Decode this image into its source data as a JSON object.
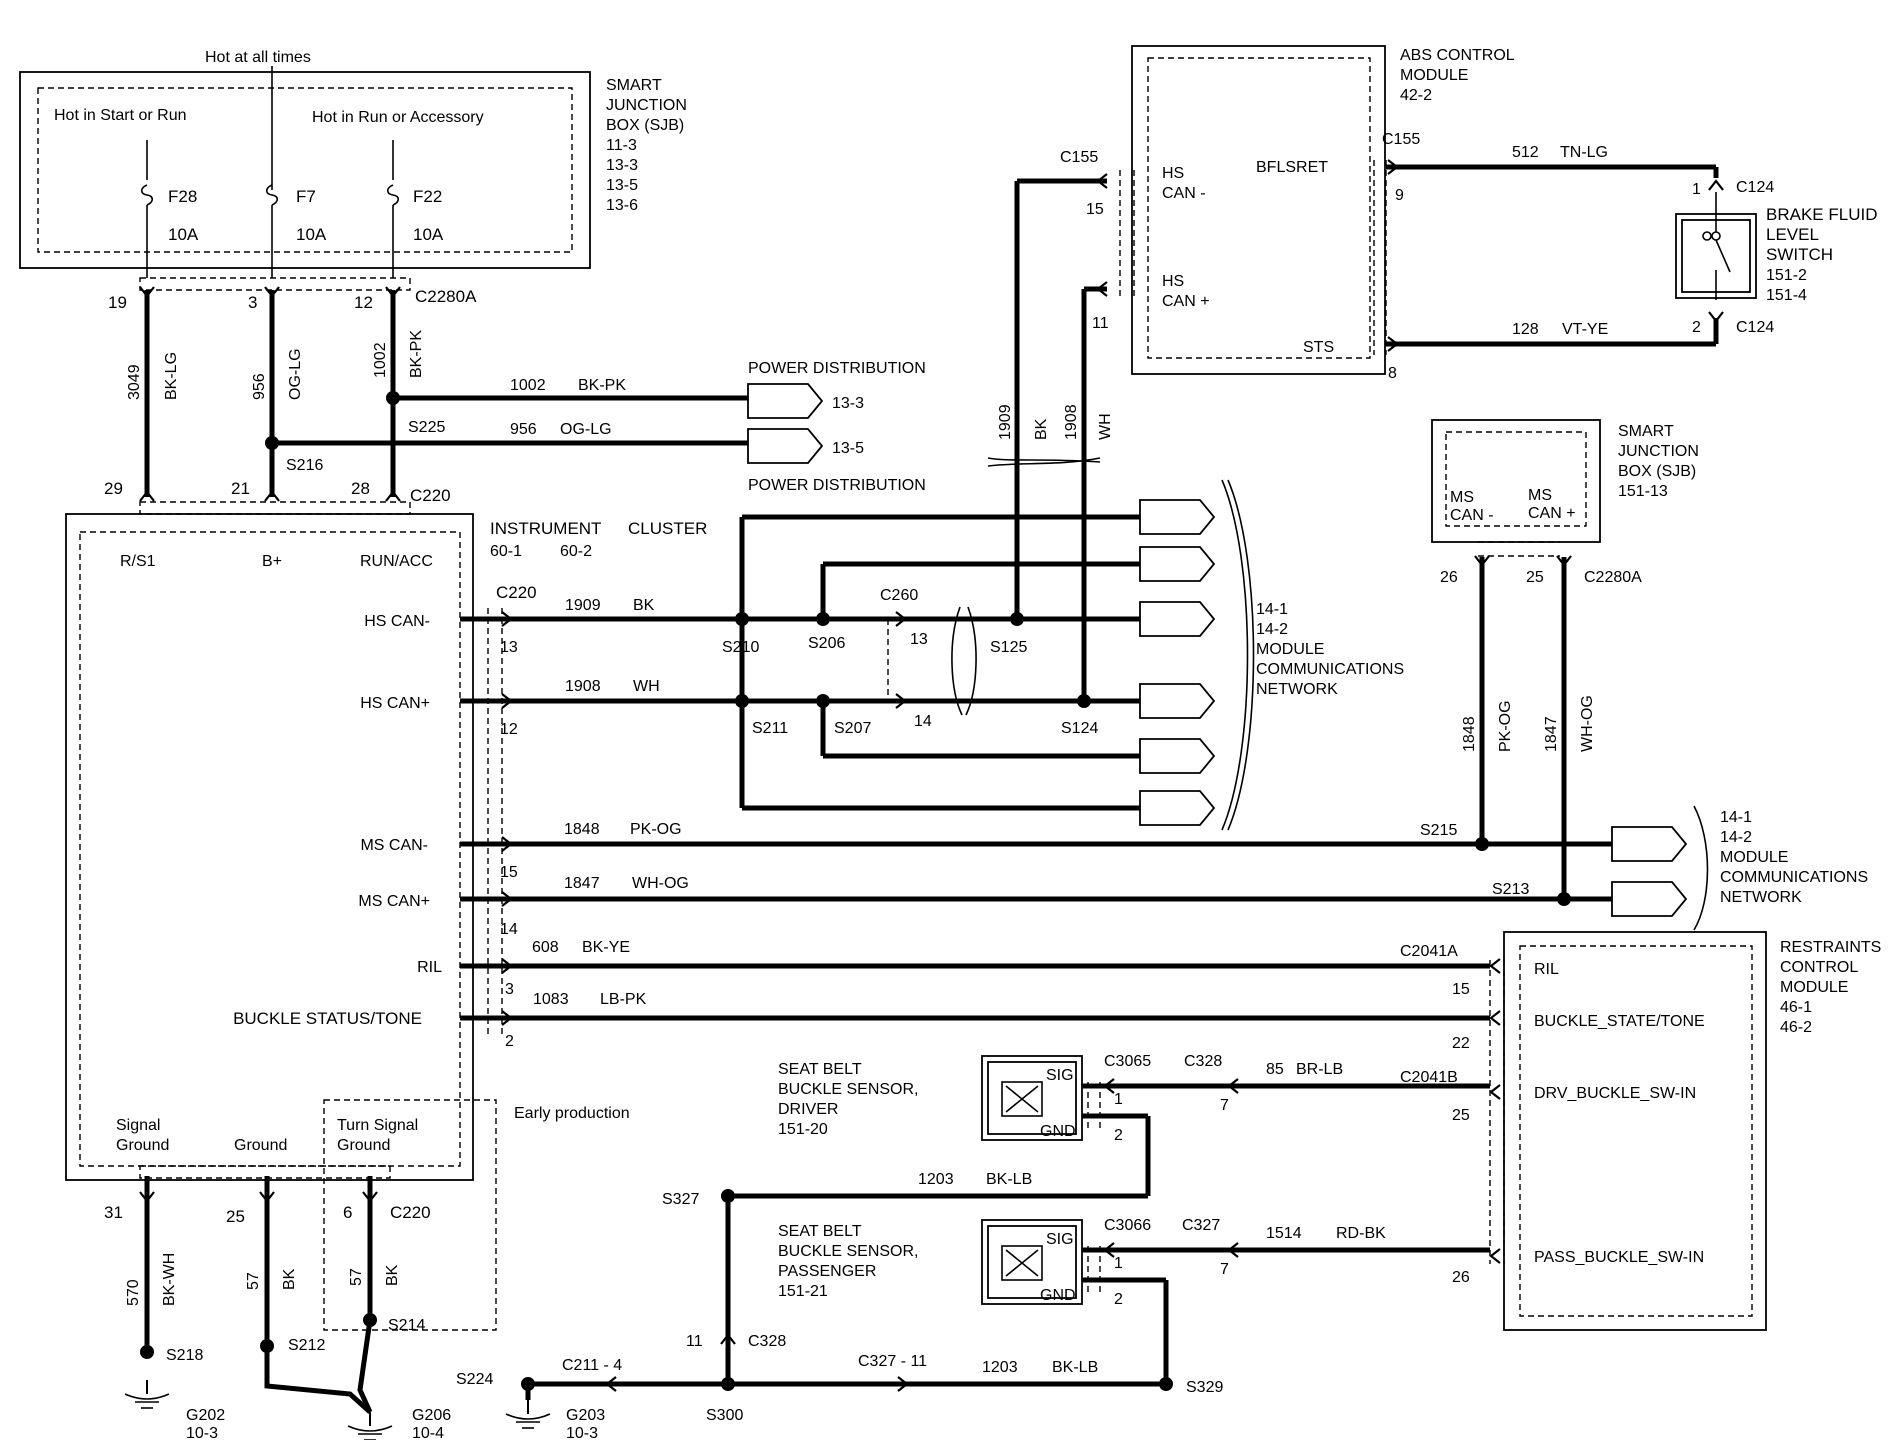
{
  "sjb_top": {
    "hot_at_all_times": "Hot at all times",
    "hot_start_run": "Hot in Start or Run",
    "hot_run_acc": "Hot in Run or Accessory",
    "title_lines": [
      "SMART",
      "JUNCTION",
      "BOX (SJB)",
      "11-3",
      "13-3",
      "13-5",
      "13-6"
    ],
    "fuses": [
      {
        "id": "F28",
        "rating": "10A",
        "pin_top": "19",
        "circuit": "3049",
        "color": "BK-LG",
        "pin_bottom": "29",
        "terminal": "R/S1"
      },
      {
        "id": "F7",
        "rating": "10A",
        "pin_top": "3",
        "circuit": "956",
        "color": "OG-LG",
        "pin_bottom": "21",
        "terminal": "B+"
      },
      {
        "id": "F22",
        "rating": "10A",
        "pin_top": "12",
        "circuit": "1002",
        "color": "BK-PK",
        "pin_bottom": "28",
        "terminal": "RUN/ACC"
      }
    ],
    "connector": "C2280A",
    "connector_bottom": "C220"
  },
  "power_distribution": {
    "label": "POWER DISTRIBUTION",
    "w1": {
      "circuit": "1002",
      "color": "BK-PK",
      "ref": "13-3"
    },
    "w2": {
      "circuit": "956",
      "color": "OG-LG",
      "ref": "13-5"
    },
    "s225": "S225",
    "s216": "S216"
  },
  "cluster": {
    "title": "INSTRUMENT",
    "title2": "CLUSTER",
    "ref1": "60-1",
    "ref2": "60-2",
    "connector": "C220",
    "pins": {
      "hs_can_minus": {
        "label": "HS CAN-",
        "pin": "13",
        "circuit": "1909",
        "color": "BK"
      },
      "hs_can_plus": {
        "label": "HS CAN+",
        "pin": "12",
        "circuit": "1908",
        "color": "WH"
      },
      "ms_can_minus": {
        "label": "MS CAN-",
        "pin": "15",
        "circuit": "1848",
        "color": "PK-OG"
      },
      "ms_can_plus": {
        "label": "MS CAN+",
        "pin": "14",
        "circuit": "1847",
        "color": "WH-OG"
      },
      "ril": {
        "label": "RIL",
        "pin": "3",
        "circuit": "608",
        "color": "BK-YE"
      },
      "buckle": {
        "label": "BUCKLE STATUS/TONE",
        "pin": "2",
        "circuit": "1083",
        "color": "LB-PK"
      }
    },
    "ground_labels": {
      "signal": [
        "Signal",
        "Ground"
      ],
      "ground": "Ground",
      "turn": [
        "Turn Signal",
        "Ground"
      ]
    },
    "early_production": "Early production"
  },
  "splices": {
    "s210": "S210",
    "s206": "S206",
    "c260": "C260",
    "c260_13": "13",
    "c260_14": "14",
    "s125": "S125",
    "s211": "S211",
    "s207": "S207",
    "s124": "S124",
    "s215": "S215",
    "s213": "S213"
  },
  "mcn_left": {
    "lines": [
      "14-1",
      "14-2",
      "MODULE",
      "COMMUNICATIONS",
      "NETWORK"
    ]
  },
  "mcn_right": {
    "lines": [
      "14-1",
      "14-2",
      "MODULE",
      "COMMUNICATIONS",
      "NETWORK"
    ]
  },
  "abs": {
    "title_lines": [
      "ABS   CONTROL",
      "MODULE",
      "42-2"
    ],
    "hs_can_minus": [
      "HS",
      "CAN -"
    ],
    "hs_can_plus": [
      "HS",
      "CAN +"
    ],
    "bflsret": "BFLSRET",
    "sts": "STS",
    "c155_left": "C155",
    "c155_right": "C155",
    "pin15": "15",
    "pin11": "11",
    "pin9": "9",
    "pin8": "8",
    "w1909": {
      "circuit": "1909",
      "color": "BK"
    },
    "w1908": {
      "circuit": "1908",
      "color": "WH"
    }
  },
  "brake_switch": {
    "title_lines": [
      "BRAKE FLUID",
      "LEVEL",
      "SWITCH",
      "151-2",
      "151-4"
    ],
    "c124_top": "C124",
    "c124_bottom": "C124",
    "pin1": "1",
    "pin2": "2",
    "w512": {
      "circuit": "512",
      "color": "TN-LG"
    },
    "w128": {
      "circuit": "128",
      "color": "VT-YE"
    }
  },
  "sjb_right": {
    "title_lines": [
      "SMART",
      "JUNCTION",
      "BOX (SJB)",
      "151-13"
    ],
    "ms_can_minus": [
      "MS",
      "CAN -"
    ],
    "ms_can_plus": [
      "MS",
      "CAN +"
    ],
    "pin26": "26",
    "pin25": "25",
    "connector": "C2280A",
    "w1848": {
      "circuit": "1848",
      "color": "PK-OG"
    },
    "w1847": {
      "circuit": "1847",
      "color": "WH-OG"
    }
  },
  "rcm": {
    "title_lines": [
      "RESTRAINTS",
      "CONTROL",
      "MODULE",
      "46-1",
      "46-2"
    ],
    "ril": "RIL",
    "buckle_state": "BUCKLE_STATE/TONE",
    "drv": "DRV_BUCKLE_SW-IN",
    "pass": "PASS_BUCKLE_SW-IN",
    "c2041a": "C2041A",
    "c2041b": "C2041B",
    "pin15": "15",
    "pin22": "22",
    "pin25": "25",
    "pin26": "26"
  },
  "seat_driver": {
    "title_lines": [
      "SEAT BELT",
      "BUCKLE SENSOR,",
      "DRIVER",
      "151-20"
    ],
    "sig": "SIG",
    "gnd": "GND",
    "c3065": "C3065",
    "c328": "C328",
    "pin1": "1",
    "pin2": "2",
    "pin7": "7",
    "w85": {
      "circuit": "85",
      "color": "BR-LB"
    }
  },
  "seat_pass": {
    "title_lines": [
      "SEAT BELT",
      "BUCKLE SENSOR,",
      "PASSENGER",
      "151-21"
    ],
    "sig": "SIG",
    "gnd": "GND",
    "c3066": "C3066",
    "c327": "C327",
    "pin1": "1",
    "pin2": "2",
    "pin7": "7",
    "w1514": {
      "circuit": "1514",
      "color": "RD-BK"
    }
  },
  "grounds": {
    "w570": {
      "circuit": "570",
      "color": "BK-WH",
      "pin": "31"
    },
    "w57a": {
      "circuit": "57",
      "color": "BK",
      "pin": "25"
    },
    "w57b": {
      "circuit": "57",
      "color": "BK",
      "pin": "6"
    },
    "c220": "C220",
    "s218": "S218",
    "s212": "S212",
    "s214": "S214",
    "g202": [
      "G202",
      "10-3"
    ],
    "g206": [
      "G206",
      "10-4"
    ],
    "g203": [
      "G203",
      "10-3"
    ],
    "s327": "S327",
    "s300": "S300",
    "s224": "S224",
    "s329": "S329",
    "c328": "C328",
    "pin11": "11",
    "c211": "C211  -  4",
    "c327": "C327  -  11",
    "w1203a": {
      "circuit": "1203",
      "color": "BK-LB"
    },
    "w1203b": {
      "circuit": "1203",
      "color": "BK-LB"
    }
  }
}
